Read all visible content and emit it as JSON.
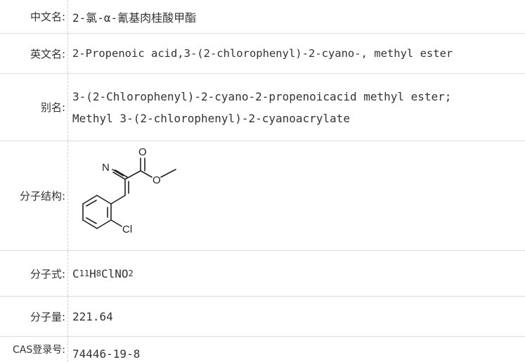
{
  "rows": {
    "chinese_name": {
      "label": "中文名:",
      "value": "2-氯-α-氰基肉桂酸甲酯"
    },
    "english_name": {
      "label": "英文名:",
      "value": "2-Propenoic acid,3-(2-chlorophenyl)-2-cyano-, methyl ester"
    },
    "alias": {
      "label": "别名:",
      "line1": "3-(2-Chlorophenyl)-2-cyano-2-propenoicacid methyl ester;",
      "line2": "Methyl 3-(2-chlorophenyl)-2-cyanoacrylate"
    },
    "structure": {
      "label": "分子结构:",
      "atoms": {
        "o_top": "O",
        "o_ester": "O",
        "n": "N",
        "cl": "Cl"
      }
    },
    "formula": {
      "label": "分子式:",
      "c": "C",
      "c_sub": "11",
      "h": "H",
      "h_sub": "8",
      "rest": "ClNO",
      "o_sub": "2"
    },
    "weight": {
      "label": "分子量:",
      "value": "221.64"
    },
    "cas": {
      "label": "CAS登录号:",
      "value": "74446-19-8"
    }
  }
}
